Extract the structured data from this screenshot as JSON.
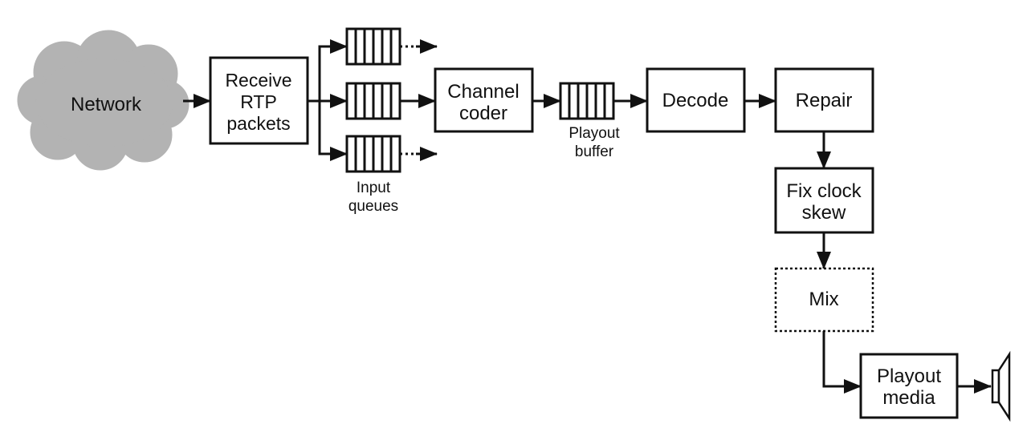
{
  "nodes": {
    "network": "Network",
    "receive": [
      "Receive",
      "RTP",
      "packets"
    ],
    "channel_coder": [
      "Channel",
      "coder"
    ],
    "decode": "Decode",
    "repair": "Repair",
    "fix_clock_skew": [
      "Fix clock",
      "skew"
    ],
    "mix": "Mix",
    "playout_media": [
      "Playout",
      "media"
    ]
  },
  "captions": {
    "input_queues": [
      "Input",
      "queues"
    ],
    "playout_buffer": [
      "Playout",
      "buffer"
    ]
  },
  "colors": {
    "stroke": "#111111",
    "cloud_fill": "#b3b3b3",
    "background": "#ffffff"
  }
}
